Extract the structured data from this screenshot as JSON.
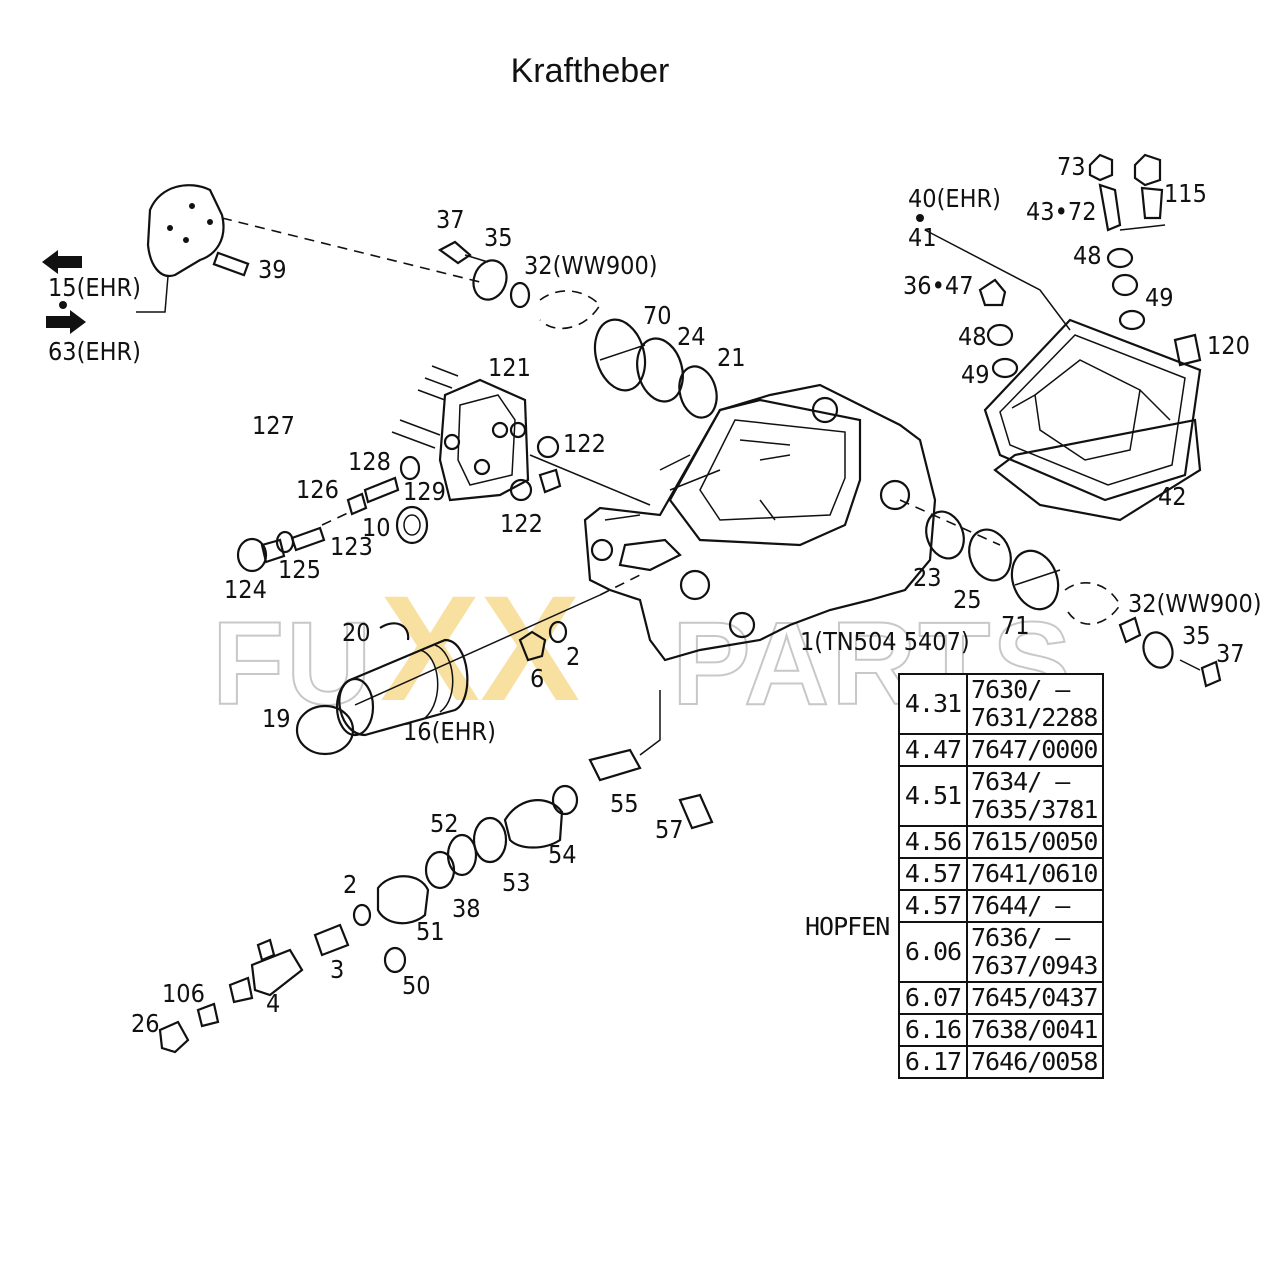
{
  "title": "Kraftheber",
  "watermark": {
    "left": "FU",
    "mid": "XX",
    "right": "PARTS"
  },
  "callouts": [
    {
      "id": "c15",
      "text": "15(EHR)"
    },
    {
      "id": "c63",
      "text": "63(EHR)"
    },
    {
      "id": "c39",
      "text": "39"
    },
    {
      "id": "c37a",
      "text": "37"
    },
    {
      "id": "c35a",
      "text": "35"
    },
    {
      "id": "c32a",
      "text": "32(WW900)"
    },
    {
      "id": "c70",
      "text": "70"
    },
    {
      "id": "c24",
      "text": "24"
    },
    {
      "id": "c21",
      "text": "21"
    },
    {
      "id": "c121",
      "text": "121"
    },
    {
      "id": "c127",
      "text": "127"
    },
    {
      "id": "c128",
      "text": "128"
    },
    {
      "id": "c126",
      "text": "126"
    },
    {
      "id": "c129",
      "text": "129"
    },
    {
      "id": "c122a",
      "text": "122"
    },
    {
      "id": "c122b",
      "text": "122"
    },
    {
      "id": "c10",
      "text": "10"
    },
    {
      "id": "c123",
      "text": "123"
    },
    {
      "id": "c125",
      "text": "125"
    },
    {
      "id": "c124",
      "text": "124"
    },
    {
      "id": "c73",
      "text": "73"
    },
    {
      "id": "c115",
      "text": "115"
    },
    {
      "id": "c40",
      "text": "40(EHR)"
    },
    {
      "id": "c41",
      "text": "41"
    },
    {
      "id": "c4372",
      "text": "43•72"
    },
    {
      "id": "c48a",
      "text": "48"
    },
    {
      "id": "c3647",
      "text": "36•47"
    },
    {
      "id": "c49a",
      "text": "49"
    },
    {
      "id": "c48b",
      "text": "48"
    },
    {
      "id": "c120",
      "text": "120"
    },
    {
      "id": "c49b",
      "text": "49"
    },
    {
      "id": "c42",
      "text": "42"
    },
    {
      "id": "c23",
      "text": "23"
    },
    {
      "id": "c25",
      "text": "25"
    },
    {
      "id": "c71",
      "text": "71"
    },
    {
      "id": "c32b",
      "text": "32(WW900)"
    },
    {
      "id": "c35b",
      "text": "35"
    },
    {
      "id": "c37b",
      "text": "37"
    },
    {
      "id": "c1",
      "text": "1(TN504 5407)"
    },
    {
      "id": "c20",
      "text": "20"
    },
    {
      "id": "c2a",
      "text": "2"
    },
    {
      "id": "c6",
      "text": "6"
    },
    {
      "id": "c19",
      "text": "19"
    },
    {
      "id": "c16",
      "text": "16(EHR)"
    },
    {
      "id": "c52",
      "text": "52"
    },
    {
      "id": "c55",
      "text": "55"
    },
    {
      "id": "c57",
      "text": "57"
    },
    {
      "id": "c54",
      "text": "54"
    },
    {
      "id": "c53",
      "text": "53"
    },
    {
      "id": "c2b",
      "text": "2"
    },
    {
      "id": "c38",
      "text": "38"
    },
    {
      "id": "c51",
      "text": "51"
    },
    {
      "id": "c106",
      "text": "106"
    },
    {
      "id": "c3",
      "text": "3"
    },
    {
      "id": "c50",
      "text": "50"
    },
    {
      "id": "c26",
      "text": "26"
    },
    {
      "id": "c4",
      "text": "4"
    }
  ],
  "reference_table": {
    "hopfen_label": "HOPFEN",
    "rows": [
      {
        "section": "4.31",
        "numbers": [
          "7630/ —",
          "7631/2288"
        ]
      },
      {
        "section": "4.47",
        "numbers": [
          "7647/0000"
        ]
      },
      {
        "section": "4.51",
        "numbers": [
          "7634/ —",
          "7635/3781"
        ]
      },
      {
        "section": "4.56",
        "numbers": [
          "7615/0050"
        ]
      },
      {
        "section": "4.57",
        "numbers": [
          "7641/0610"
        ]
      },
      {
        "section": "4.57",
        "numbers": [
          "7644/ —"
        ]
      },
      {
        "section": "6.06",
        "numbers": [
          "7636/ —",
          "7637/0943"
        ]
      },
      {
        "section": "6.07",
        "numbers": [
          "7645/0437"
        ]
      },
      {
        "section": "6.16",
        "numbers": [
          "7638/0041"
        ]
      },
      {
        "section": "6.17",
        "numbers": [
          "7646/0058"
        ]
      }
    ]
  }
}
